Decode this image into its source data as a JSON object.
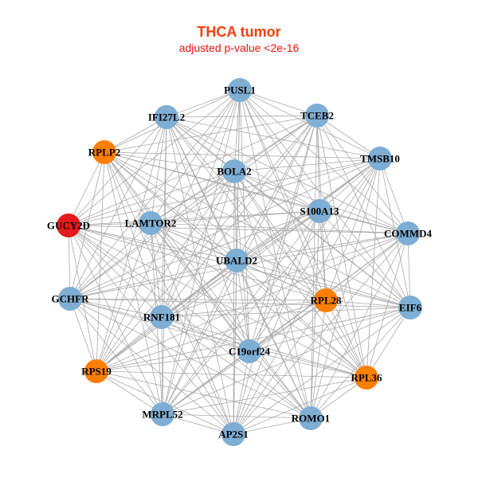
{
  "title": "THCA tumor",
  "subtitle": "adjusted p-value <2e-16",
  "colors": {
    "default": "#7eaed3",
    "orange": "#ff7f00",
    "red": "#e41a1c",
    "edge": "#aaaaaa"
  },
  "nodes": [
    {
      "id": "PUSL1",
      "group": "default"
    },
    {
      "id": "TCEB2",
      "group": "default"
    },
    {
      "id": "IFI27L2",
      "group": "default"
    },
    {
      "id": "RPLP2",
      "group": "orange"
    },
    {
      "id": "TMSB10",
      "group": "default"
    },
    {
      "id": "BOLA2",
      "group": "default"
    },
    {
      "id": "S100A13",
      "group": "default"
    },
    {
      "id": "LAMTOR2",
      "group": "default"
    },
    {
      "id": "GUCY2D",
      "group": "red"
    },
    {
      "id": "COMMD4",
      "group": "default"
    },
    {
      "id": "UBALD2",
      "group": "default"
    },
    {
      "id": "GCHFR",
      "group": "default"
    },
    {
      "id": "RPL28",
      "group": "orange"
    },
    {
      "id": "EIF6",
      "group": "default"
    },
    {
      "id": "RNF181",
      "group": "default"
    },
    {
      "id": "C19orf24",
      "group": "default"
    },
    {
      "id": "RPS19",
      "group": "orange"
    },
    {
      "id": "RPL36",
      "group": "orange"
    },
    {
      "id": "MRPL52",
      "group": "default"
    },
    {
      "id": "ROMO1",
      "group": "default"
    },
    {
      "id": "AP2S1",
      "group": "default"
    }
  ],
  "edges_mode": "all-pairs"
}
